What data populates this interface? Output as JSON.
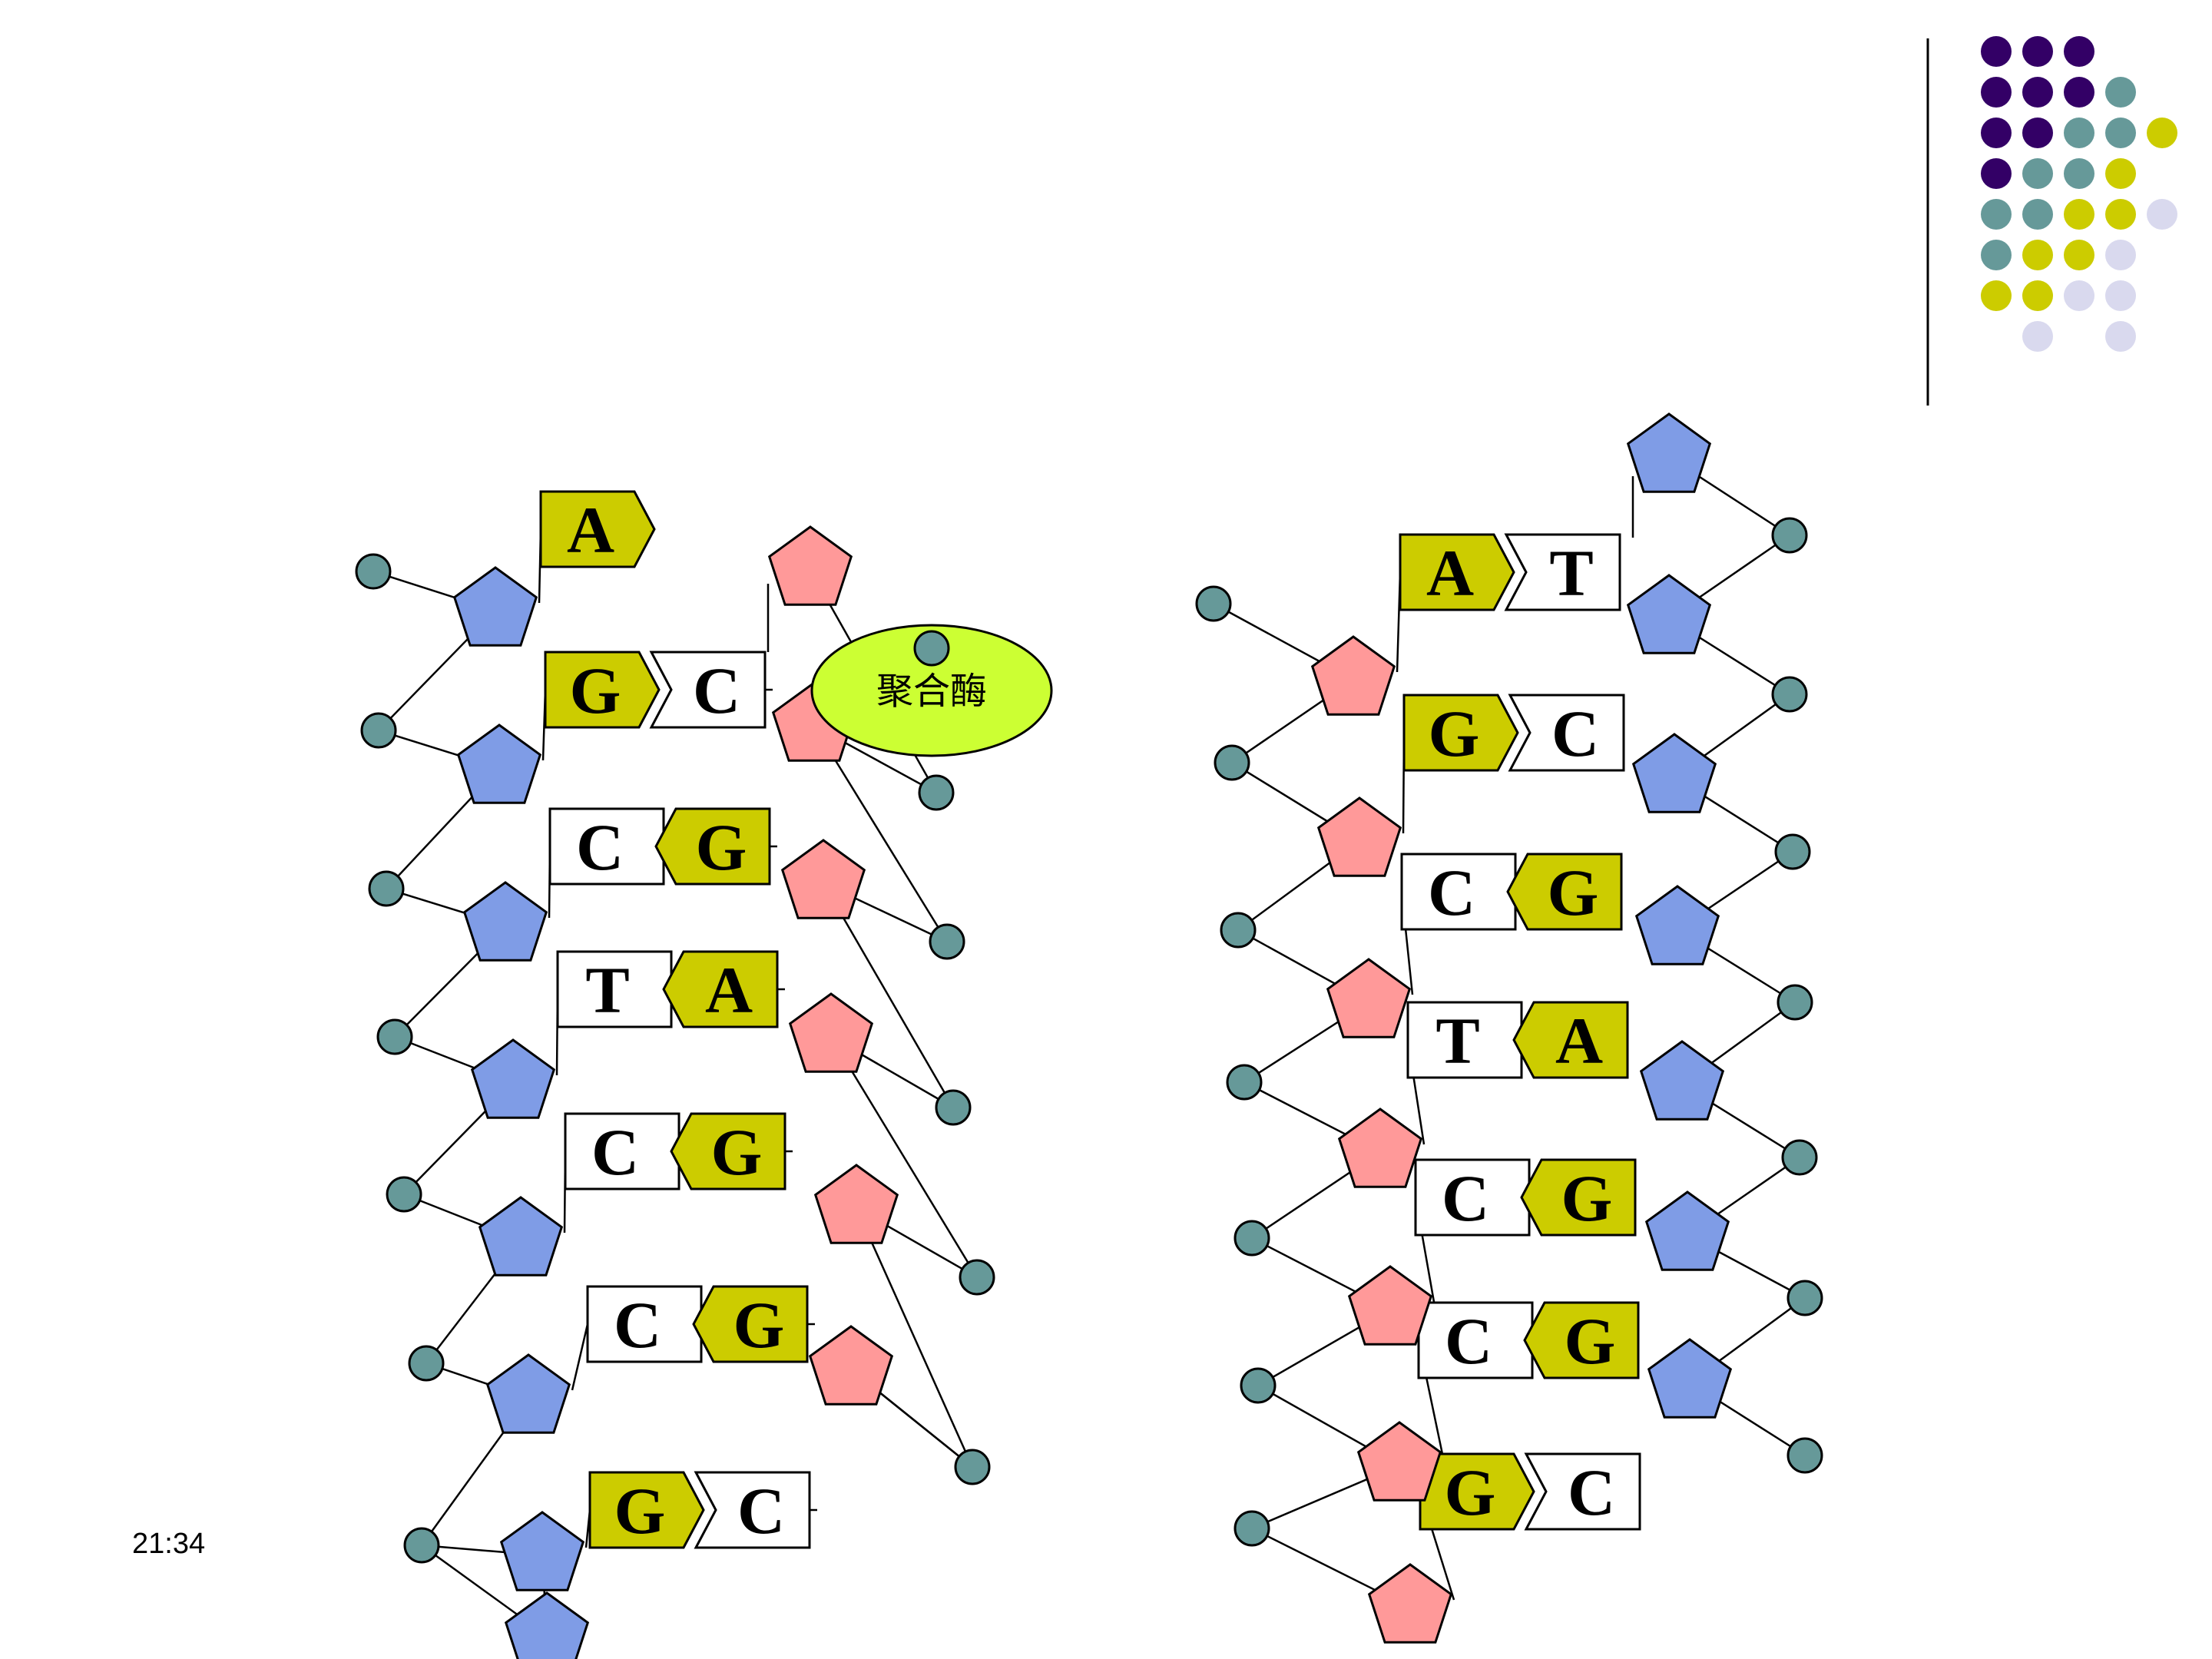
{
  "slide": {
    "timestamp": "21:34"
  },
  "colors": {
    "deoxyribose_blue": "#7F9CE6",
    "deoxyribose_pink": "#FF9999",
    "phosphate": "#669999",
    "base_yellow": "#CCCC00",
    "base_white": "#FFFFFF",
    "enzyme": "#CCFF33",
    "deco_purple": "#330066",
    "deco_teal": "#669999",
    "deco_yellow": "#CCCC00",
    "deco_lavender": "#D9D9EE"
  },
  "enzyme": {
    "label": "聚合酶"
  },
  "left_strand": {
    "pairs": [
      {
        "left": "A",
        "right": ""
      },
      {
        "left": "G",
        "right": "C"
      },
      {
        "left": "C",
        "right": "G"
      },
      {
        "left": "T",
        "right": "A"
      },
      {
        "left": "C",
        "right": "G"
      },
      {
        "left": "C",
        "right": "G"
      },
      {
        "left": "G",
        "right": "C"
      }
    ]
  },
  "right_strand": {
    "pairs": [
      {
        "left": "A",
        "right": "T"
      },
      {
        "left": "G",
        "right": "C"
      },
      {
        "left": "C",
        "right": "G"
      },
      {
        "left": "T",
        "right": "A"
      },
      {
        "left": "C",
        "right": "G"
      },
      {
        "left": "C",
        "right": "G"
      },
      {
        "left": "G",
        "right": "C"
      }
    ]
  }
}
